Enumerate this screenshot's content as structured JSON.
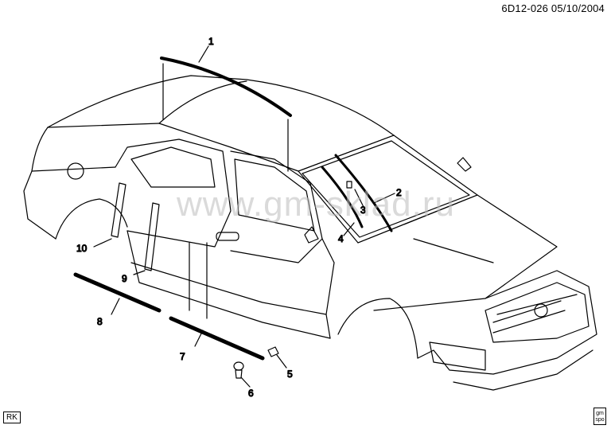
{
  "header": {
    "diagram_id": "6D12-026",
    "date": "05/10/2004"
  },
  "footer": {
    "rk_label": "RK",
    "logo_text": "gm spo"
  },
  "watermark": "www.gm-sklad.ru",
  "callouts": [
    {
      "number": "1"
    },
    {
      "number": "2"
    },
    {
      "number": "3"
    },
    {
      "number": "4"
    },
    {
      "number": "5"
    },
    {
      "number": "6"
    },
    {
      "number": "7"
    },
    {
      "number": "8"
    },
    {
      "number": "9"
    },
    {
      "number": "10"
    }
  ]
}
